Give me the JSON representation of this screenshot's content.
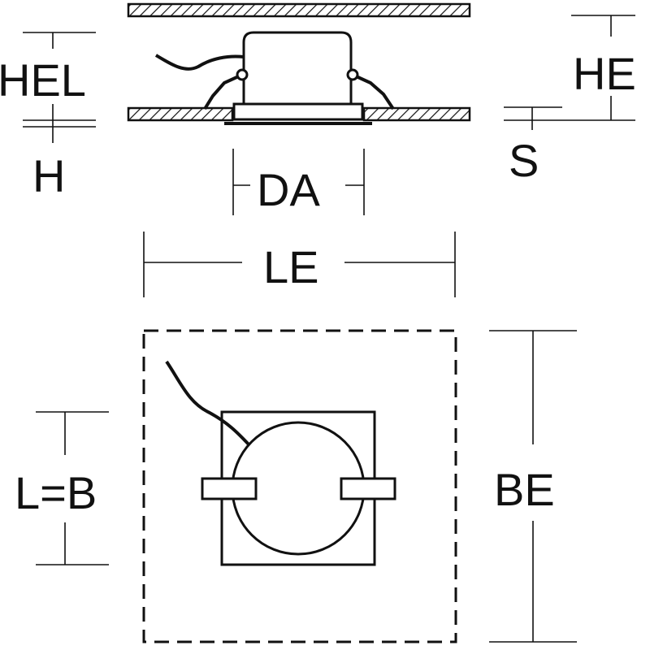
{
  "labels": {
    "hel": "HEL",
    "h": "H",
    "da": "DA",
    "he": "HE",
    "s": "S",
    "le": "LE",
    "lb": "L=B",
    "be": "BE"
  },
  "colors": {
    "line": "#111111",
    "background": "#ffffff"
  }
}
